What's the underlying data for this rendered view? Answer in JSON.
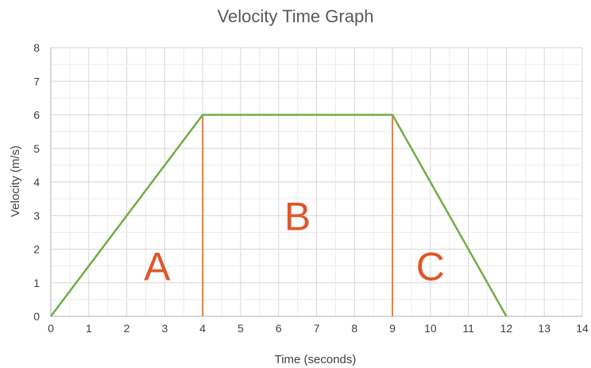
{
  "chart_data": {
    "type": "line",
    "title": "Velocity Time Graph",
    "xlabel": "Time (seconds)",
    "ylabel": "Velocity (m/s)",
    "xlim": [
      0,
      14
    ],
    "ylim": [
      0,
      8
    ],
    "x_ticks": [
      0,
      1,
      2,
      3,
      4,
      5,
      6,
      7,
      8,
      9,
      10,
      11,
      12,
      13,
      14
    ],
    "y_ticks": [
      0,
      1,
      2,
      3,
      4,
      5,
      6,
      7,
      8
    ],
    "grid": true,
    "series": [
      {
        "x": [
          0,
          4,
          9,
          12
        ],
        "y": [
          0,
          6,
          6,
          0
        ],
        "color": "#70ad47"
      }
    ],
    "vertical_lines": [
      {
        "x": 4,
        "y_top": 6,
        "color": "#ed7d31"
      },
      {
        "x": 9,
        "y_top": 6,
        "color": "#ed7d31"
      }
    ],
    "region_labels": [
      {
        "text": "A",
        "x": 2.8,
        "y": 1.5
      },
      {
        "text": "B",
        "x": 6.5,
        "y": 3.0
      },
      {
        "text": "C",
        "x": 10.0,
        "y": 1.5
      }
    ]
  }
}
